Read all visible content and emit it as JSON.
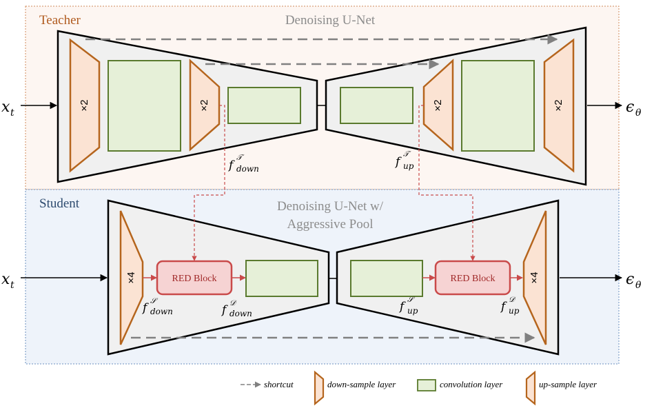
{
  "teacher": {
    "section_label": "Teacher",
    "title": "Denoising U-Net",
    "down_multiplier": "×2",
    "up_multiplier": "×2",
    "mid_down_multiplier": "×2",
    "mid_up_multiplier": "×2",
    "feat_down": "f",
    "feat_down_sup": "𝒯",
    "feat_down_sub": "down",
    "feat_up": "f",
    "feat_up_sup": "𝒯",
    "feat_up_sub": "up"
  },
  "student": {
    "section_label": "Student",
    "title_line1": "Denoising U-Net w/",
    "title_line2": "Aggressive Pool",
    "down_multiplier": "×4",
    "up_multiplier": "×4",
    "red_block_left": "RED Block",
    "red_block_right": "RED Block",
    "feat_s_down": "f",
    "feat_s_down_sup": "𝒮",
    "feat_s_down_sub": "down",
    "feat_d_down": "f",
    "feat_d_down_sup": "𝒟",
    "feat_d_down_sub": "down",
    "feat_s_up": "f",
    "feat_s_up_sup": "𝒮",
    "feat_s_up_sub": "up",
    "feat_d_up": "f",
    "feat_d_up_sup": "𝒟",
    "feat_d_up_sub": "up"
  },
  "io": {
    "input_base": "x",
    "input_sub": "t",
    "output_base": "ϵ",
    "output_sub": "θ"
  },
  "legend": {
    "shortcut": "shortcut",
    "down_sample": "down-sample layer",
    "convolution": "convolution layer",
    "up_sample": "up-sample layer"
  },
  "colors": {
    "teacher_bg": "#fdf6f2",
    "teacher_border": "#d08a5a",
    "student_bg": "#eef3fa",
    "student_border": "#6a8fbf",
    "trapezoid_fill": "#f0f0f0",
    "sample_fill": "#fbe3d3",
    "sample_stroke": "#b5651d",
    "conv_fill": "#e6f0d8",
    "conv_stroke": "#5a7a2e",
    "red_fill": "#f6d3d3",
    "red_stroke": "#c94a4a",
    "shortcut_gray": "#808080",
    "teacher_label": "#b05a1e",
    "student_label": "#2d4a6e",
    "title_gray": "#8c8c8c"
  }
}
